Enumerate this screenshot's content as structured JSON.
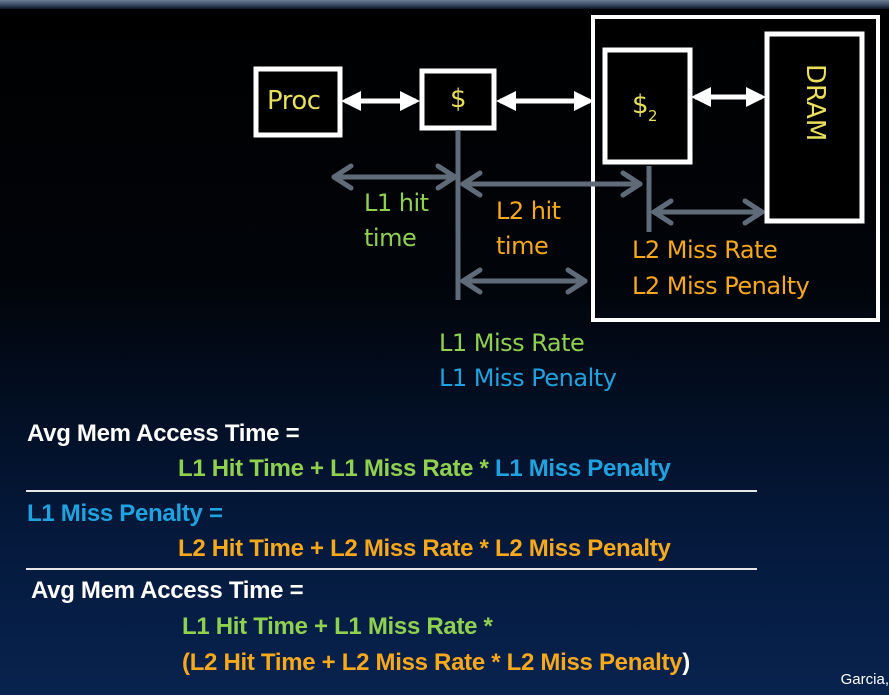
{
  "boxes": {
    "proc": "Proc",
    "l1": "$",
    "l2_symbol": "$",
    "l2_sub": "2",
    "dram": "DRAM"
  },
  "labels": {
    "l1_hit_1": "L1 hit",
    "l1_hit_2": "time",
    "l2_hit_1": "L2 hit",
    "l2_hit_2": "time",
    "l2_miss_rate": "L2 Miss Rate",
    "l2_miss_penalty": "L2 Miss Penalty",
    "l1_miss_rate": "L1 Miss Rate",
    "l1_miss_penalty": "L1 Miss Penalty"
  },
  "equations": {
    "eq1_lhs": "Avg Mem Access Time =",
    "eq1_t1": "L1 Hit Time + L1 Miss Rate * ",
    "eq1_t2": "L1 Miss Penalty",
    "eq2_lhs": "L1 Miss Penalty =",
    "eq2_rhs": "L2 Hit Time + L2 Miss Rate * L2 Miss Penalty",
    "eq3_lhs": "Avg Mem Access Time =",
    "eq3_l1": "L1 Hit Time + L1 Miss Rate *",
    "eq3_l2": "(L2 Hit Time +  L2 Miss Rate * L2 Miss Penalty",
    "eq3_paren": ")"
  },
  "footer": {
    "author": "Garcia,"
  },
  "colors": {
    "green": "#8fd14f",
    "blue": "#1fa3e0",
    "orange": "#f7a81b",
    "yellow": "#e9df5a",
    "arrow_gray": "#5f6b78",
    "white": "#ffffff"
  }
}
